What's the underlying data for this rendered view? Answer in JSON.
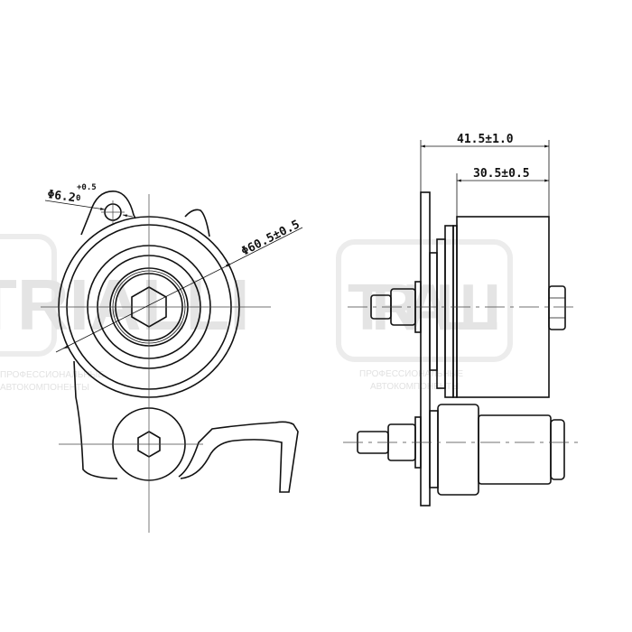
{
  "watermark": {
    "brand": "TRIALLI",
    "tagline_line1": "ПРОФЕССИОНАЛЬНЫЕ",
    "tagline_line2": "АВТОКОМПОНЕНТЫ"
  },
  "front_view": {
    "hole_diameter": "Φ6.2",
    "hole_tol_upper": "+0.5",
    "hole_tol_lower": "0",
    "pulley_diameter": "Φ60.5±0.5"
  },
  "side_view": {
    "overall_width": "41.5±1.0",
    "pulley_width": "30.5±0.5"
  }
}
